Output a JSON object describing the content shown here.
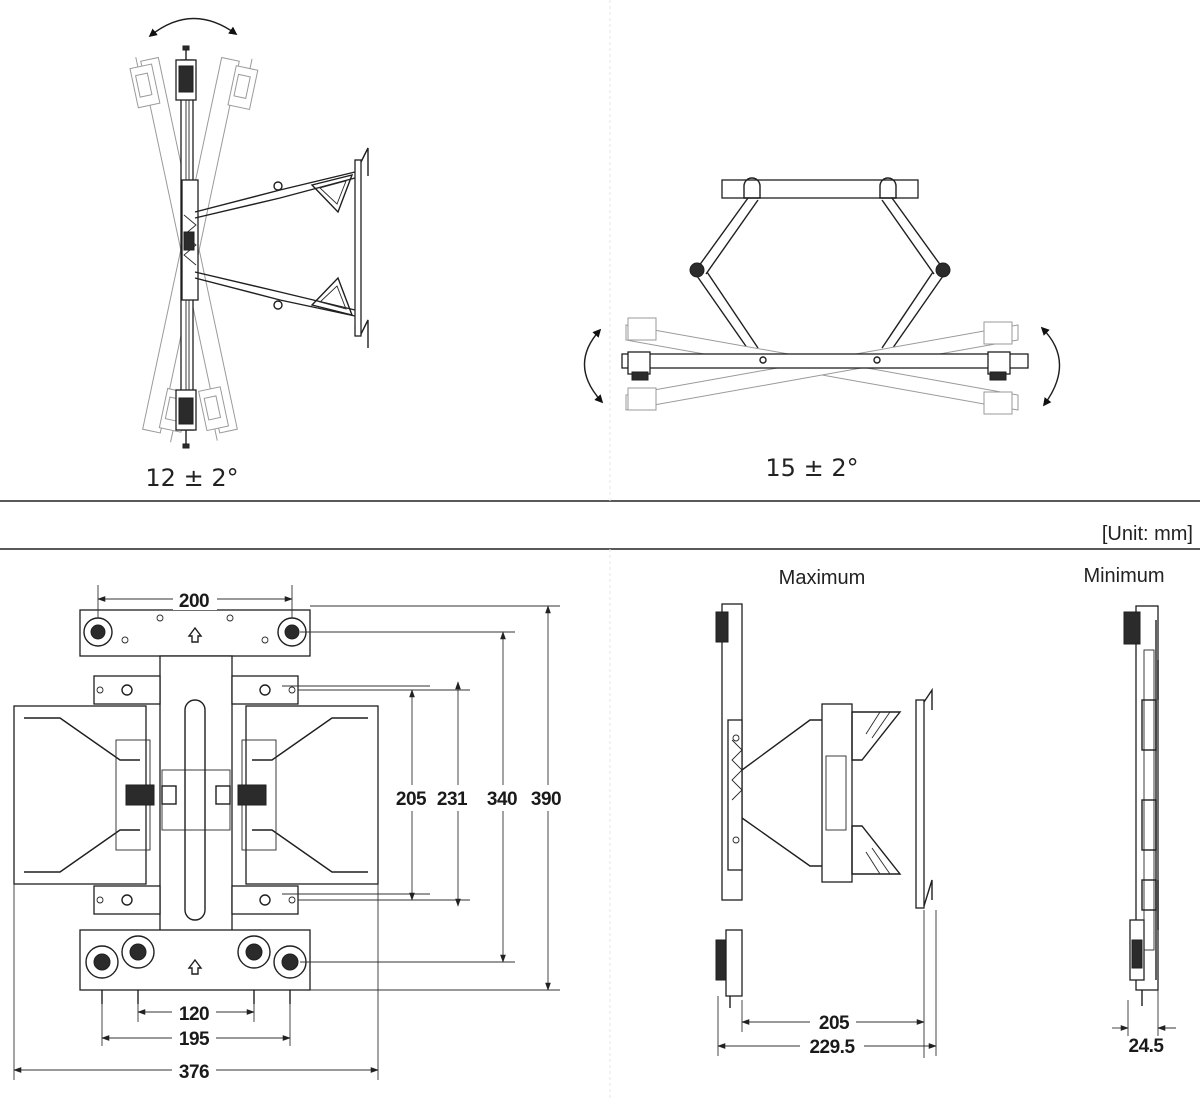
{
  "tilt_angle": "12 ± 2°",
  "swivel_angle": "15 ± 2°",
  "unit_note": "[Unit: mm]",
  "views": {
    "maximum_label": "Maximum",
    "minimum_label": "Minimum"
  },
  "dimensions": {
    "top_hole_spacing": "200",
    "height_205": "205",
    "height_231": "231",
    "height_340": "340",
    "height_390": "390",
    "bottom_120": "120",
    "bottom_195": "195",
    "overall_width": "376",
    "max_depth_205": "205",
    "max_depth_229_5": "229.5",
    "min_depth": "24.5"
  }
}
